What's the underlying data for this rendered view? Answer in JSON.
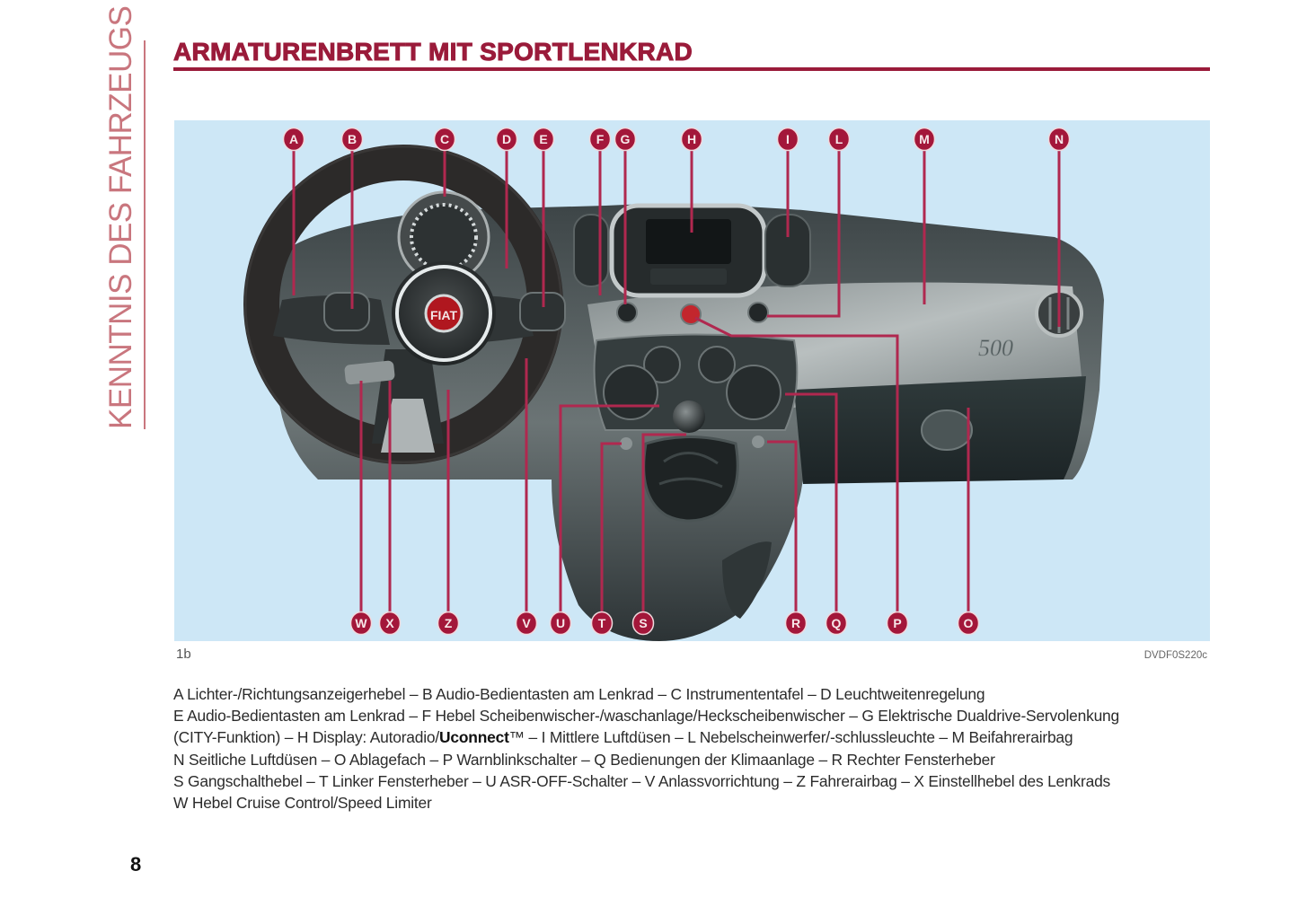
{
  "section_title": "KENNTNIS DES FAHRZEUGS",
  "page_title": "ARMATURENBRETT MIT SPORTLENKRAD",
  "figure": {
    "number": "1b",
    "code": "DVDF0S220c",
    "description": "Fiat 500 dashboard with sport steering wheel, labelled callouts A–Z",
    "steering_logo": "FIAT",
    "dash_badge": "500",
    "colors": {
      "background": "#cde7f6",
      "marker": "#a3173a",
      "leader": "#b0284f"
    },
    "top_markers": [
      "A",
      "B",
      "C",
      "D",
      "E",
      "F",
      "G",
      "H",
      "I",
      "L",
      "M",
      "N"
    ],
    "bottom_markers": [
      "W",
      "X",
      "Z",
      "V",
      "U",
      "T",
      "S",
      "R",
      "Q",
      "P",
      "O"
    ]
  },
  "legend": {
    "lines": [
      {
        "text": "A Lichter-/Richtungsanzeigerhebel – B Audio-Bedientasten am Lenkrad – C Instrumententafel – D Leuchtweitenregelung"
      },
      {
        "text": "E Audio-Bedientasten am Lenkrad – F Hebel Scheibenwischer-/waschanlage/Heckscheibenwischer – G Elektrische Dualdrive-Servolenkung"
      },
      {
        "pre": "(CITY-Funktion) – H Display: Autoradio/",
        "bold": "Uconnect",
        "post": "™ – I Mittlere Luftdüsen – L Nebelscheinwerfer/-schlussleuchte – M Beifahrerairbag"
      },
      {
        "text": "N Seitliche Luftdüsen – O Ablagefach – P Warnblinkschalter – Q Bedienungen der Klimaanlage – R Rechter Fensterheber"
      },
      {
        "text": "S Gangschalthebel – T Linker Fensterheber – U ASR-OFF-Schalter – V Anlassvorrichtung – Z Fahrerairbag – X Einstellhebel des Lenkrads"
      },
      {
        "text": "W Hebel Cruise Control/Speed Limiter"
      }
    ]
  },
  "page_number": "8"
}
